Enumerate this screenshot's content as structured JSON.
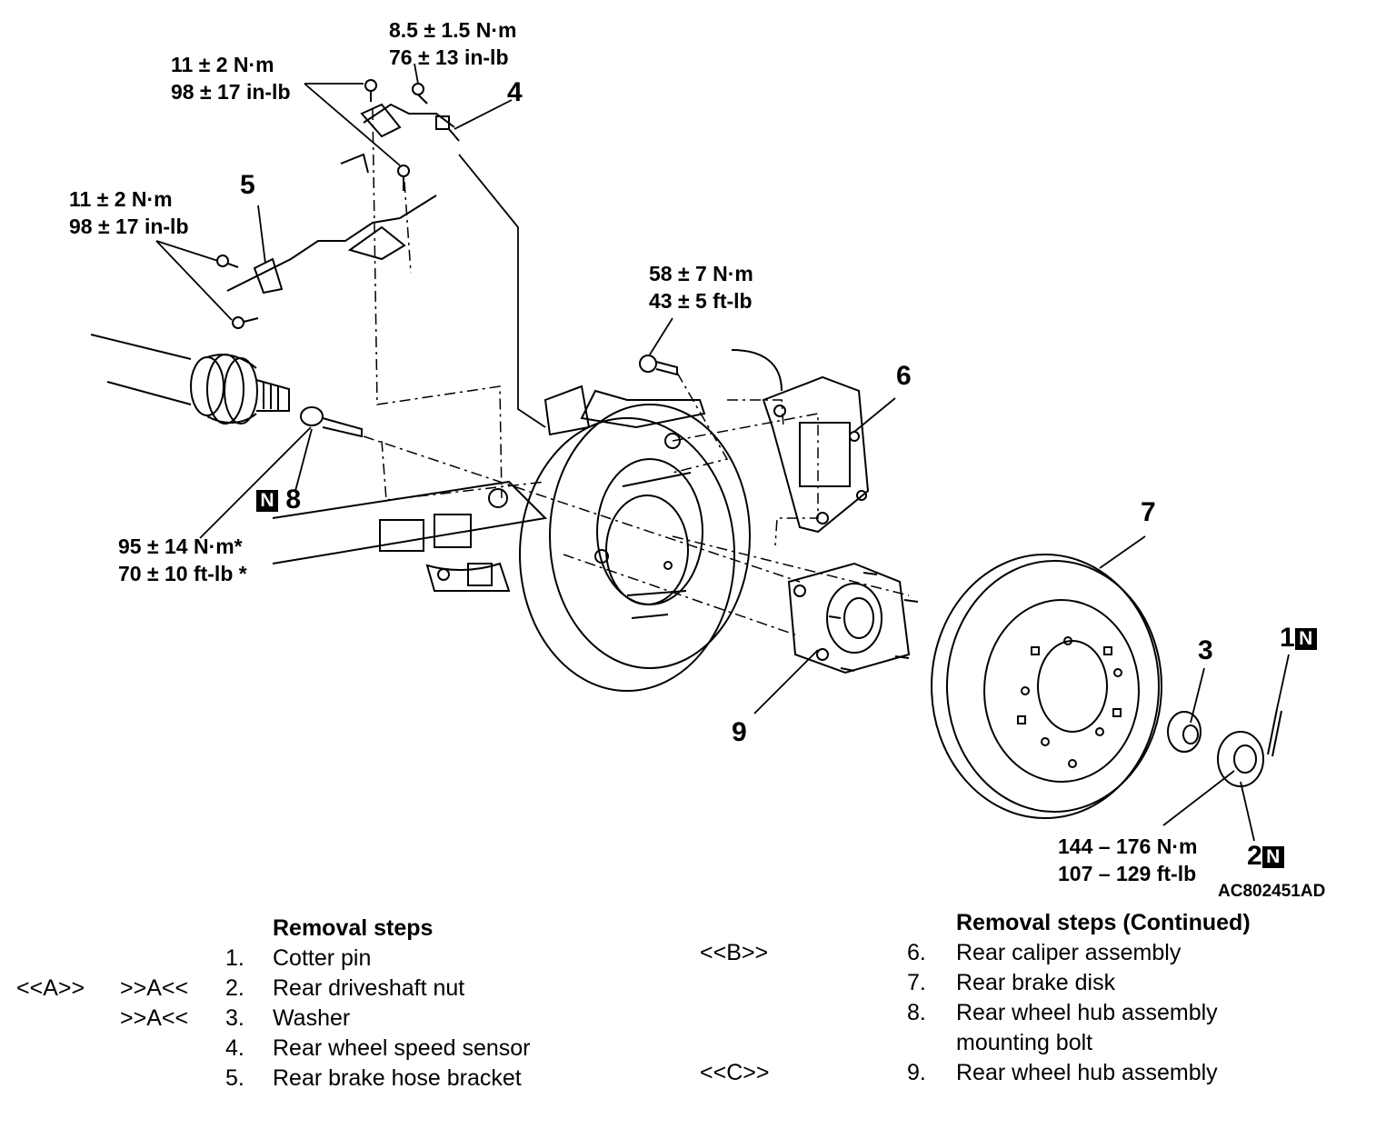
{
  "callouts": {
    "n1": "1",
    "n2": "2",
    "n3": "3",
    "n4": "4",
    "n5": "5",
    "n6": "6",
    "n7": "7",
    "n8": "8",
    "n9": "9",
    "new_part_mark": "N"
  },
  "torque": {
    "sensor_bolt_nm": "8.5 ± 1.5 N·m",
    "sensor_bolt_inlb": "76 ± 13 in-lb",
    "bracket_upper_nm": "11 ± 2 N·m",
    "bracket_upper_inlb": "98 ± 17 in-lb",
    "bracket_lower_nm": "11 ± 2 N·m",
    "bracket_lower_inlb": "98 ± 17 in-lb",
    "caliper_bolt_nm": "58 ± 7 N·m",
    "caliper_bolt_ftlb": "43 ± 5 ft-lb",
    "hub_bolt_nm": "95 ± 14 N·m*",
    "hub_bolt_ftlb": "70 ± 10 ft-lb *",
    "driveshaft_nut_nm": "144 – 176 N·m",
    "driveshaft_nut_ftlb": "107 – 129 ft-lb"
  },
  "figure_id": "AC802451AD",
  "removal_steps": {
    "heading": "Removal steps",
    "heading_continued": "Removal steps (Continued)",
    "left": [
      {
        "ref_a": "",
        "ref_b": "",
        "num": "1.",
        "text": "Cotter pin"
      },
      {
        "ref_a": "<<A>>",
        "ref_b": ">>A<<",
        "num": "2.",
        "text": "Rear driveshaft nut"
      },
      {
        "ref_a": "",
        "ref_b": ">>A<<",
        "num": "3.",
        "text": "Washer"
      },
      {
        "ref_a": "",
        "ref_b": "",
        "num": "4.",
        "text": "Rear wheel speed sensor"
      },
      {
        "ref_a": "",
        "ref_b": "",
        "num": "5.",
        "text": "Rear brake hose bracket"
      }
    ],
    "right": [
      {
        "ref": "<<B>>",
        "num": "6.",
        "text": "Rear caliper assembly"
      },
      {
        "ref": "",
        "num": "7.",
        "text": "Rear brake disk"
      },
      {
        "ref": "",
        "num": "8.",
        "text": "Rear wheel hub assembly"
      },
      {
        "ref": "",
        "num": "",
        "text": "mounting bolt"
      },
      {
        "ref": "<<C>>",
        "num": "9.",
        "text": "Rear wheel hub assembly"
      }
    ]
  }
}
